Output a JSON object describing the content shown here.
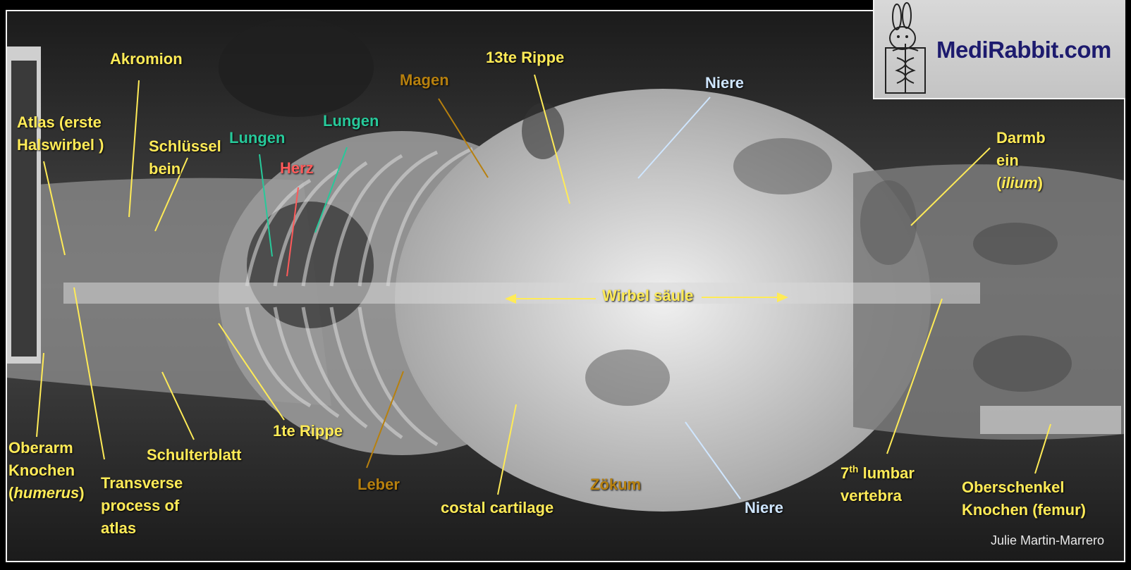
{
  "labels": {
    "akromion": "Akromion",
    "atlas_line1": "Atlas (erste",
    "atlas_line2": "Halswirbel  )",
    "schluessel_line1": "Schlüssel",
    "schluessel_line2": "bein",
    "lungen_left": "Lungen",
    "lungen_right": "Lungen",
    "herz": "Herz",
    "magen": "Magen",
    "rippe13": "13te Rippe",
    "niere_top": "Niere",
    "darmbein_line1": "Darmb",
    "darmbein_line2": "ein",
    "darmbein_line3_pre": "(",
    "darmbein_line3_it": "ilium",
    "darmbein_line3_post": ")",
    "wirbelsaeule": "Wirbel säule",
    "oberarm_line1": "Oberarm",
    "oberarm_line2": "Knochen",
    "oberarm_line3_pre": "(",
    "oberarm_line3_it": "humerus",
    "oberarm_line3_post": ")",
    "transverse_line1": "Transverse",
    "transverse_line2": "process of",
    "transverse_line3": "atlas",
    "schulterblatt": "Schulterblatt",
    "rippe1": "1te Rippe",
    "leber": "Leber",
    "costal": "costal cartilage",
    "zoekum": "Zökum",
    "niere_bottom": "Niere",
    "lumbar_sup": "th",
    "lumbar_pre": "7",
    "lumbar_line1_post": " lumbar",
    "lumbar_line2": "vertebra",
    "femur_line1": "Oberschenkel",
    "femur_line2": "Knochen (femur)"
  },
  "logo": {
    "text": "MediRabbit.com"
  },
  "credit": "Julie  Martin-Marrero",
  "colors": {
    "label_yellow": "#ffeb57",
    "lungs_green": "#27c99a",
    "heart_red": "#ff5a5a",
    "organ_orange": "#b7800e",
    "kidney_blue": "#cfe6ff"
  }
}
